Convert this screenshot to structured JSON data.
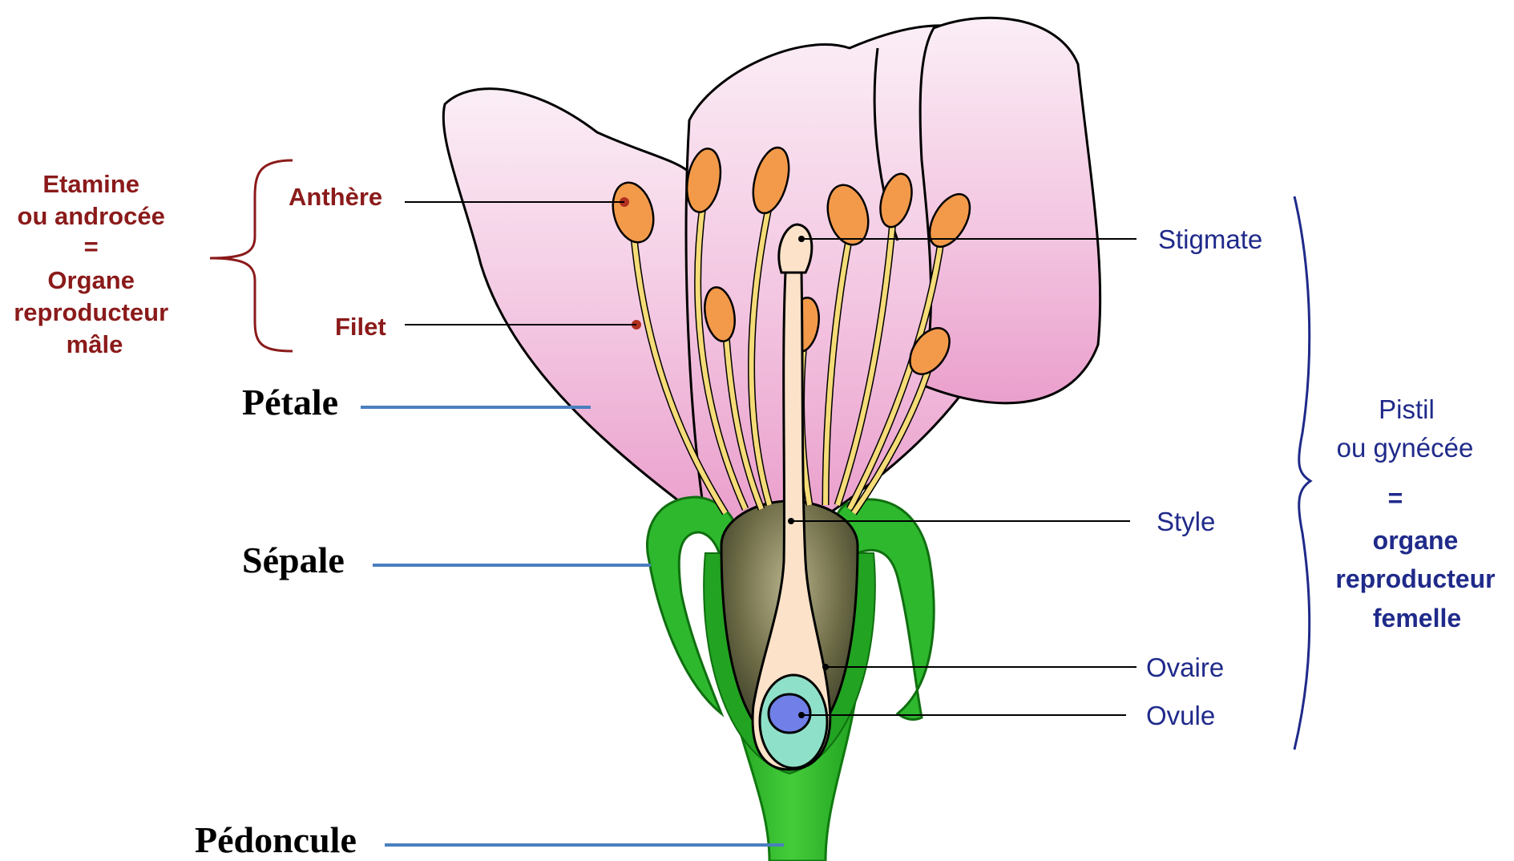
{
  "colors": {
    "male_labels": "#8b1a1a",
    "female_labels": "#1f2a8a",
    "plain_labels": "#000000",
    "pointer_blue": "#4a7fbf",
    "petal": "#f2c4e0",
    "sepal": "#2eb82e",
    "anther": "#f29a4a",
    "filament": "#f5dc78",
    "ovary": "#5a5a3a",
    "ovule": "#7080e8"
  },
  "male": {
    "heading": [
      "Etamine",
      "ou androcée",
      "=",
      "Organe",
      "reproducteur",
      "mâle"
    ],
    "anther": "Anthère",
    "filament": "Filet"
  },
  "female": {
    "heading_light": [
      "Pistil",
      "ou gynécée",
      "="
    ],
    "heading_bold": [
      "organe",
      "reproducteur",
      "femelle"
    ],
    "stigma": "Stigmate",
    "style": "Style",
    "ovary": "Ovaire",
    "ovule": "Ovule"
  },
  "parts": {
    "petal": "Pétale",
    "sepal": "Sépale",
    "peduncle": "Pédoncule"
  }
}
